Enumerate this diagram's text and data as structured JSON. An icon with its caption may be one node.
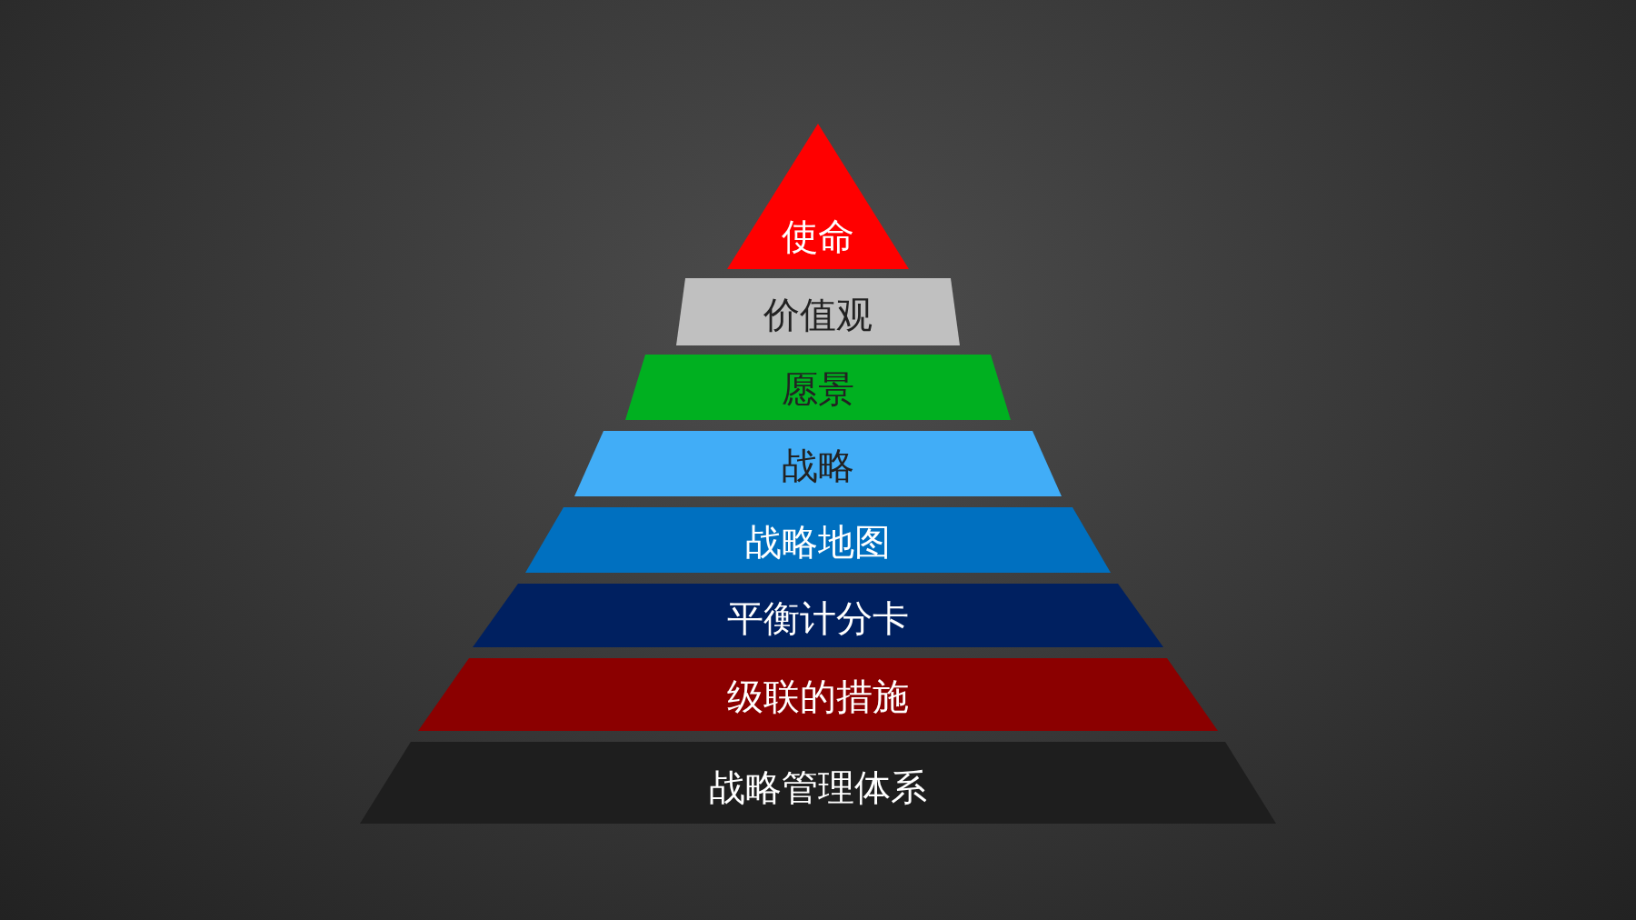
{
  "diagram": {
    "nodes": [
      {
        "text": [
          "使命"
        ]
      },
      {
        "text": [
          "价值观"
        ]
      },
      {
        "text": [
          "愿景"
        ]
      },
      {
        "text": [
          "战略"
        ]
      },
      {
        "text": [
          "战略地图"
        ]
      },
      {
        "text": [
          "平衡计分卡"
        ]
      },
      {
        "text": [
          "级联的措施"
        ]
      },
      {
        "text": [
          "战略管理体系"
        ]
      }
    ]
  }
}
